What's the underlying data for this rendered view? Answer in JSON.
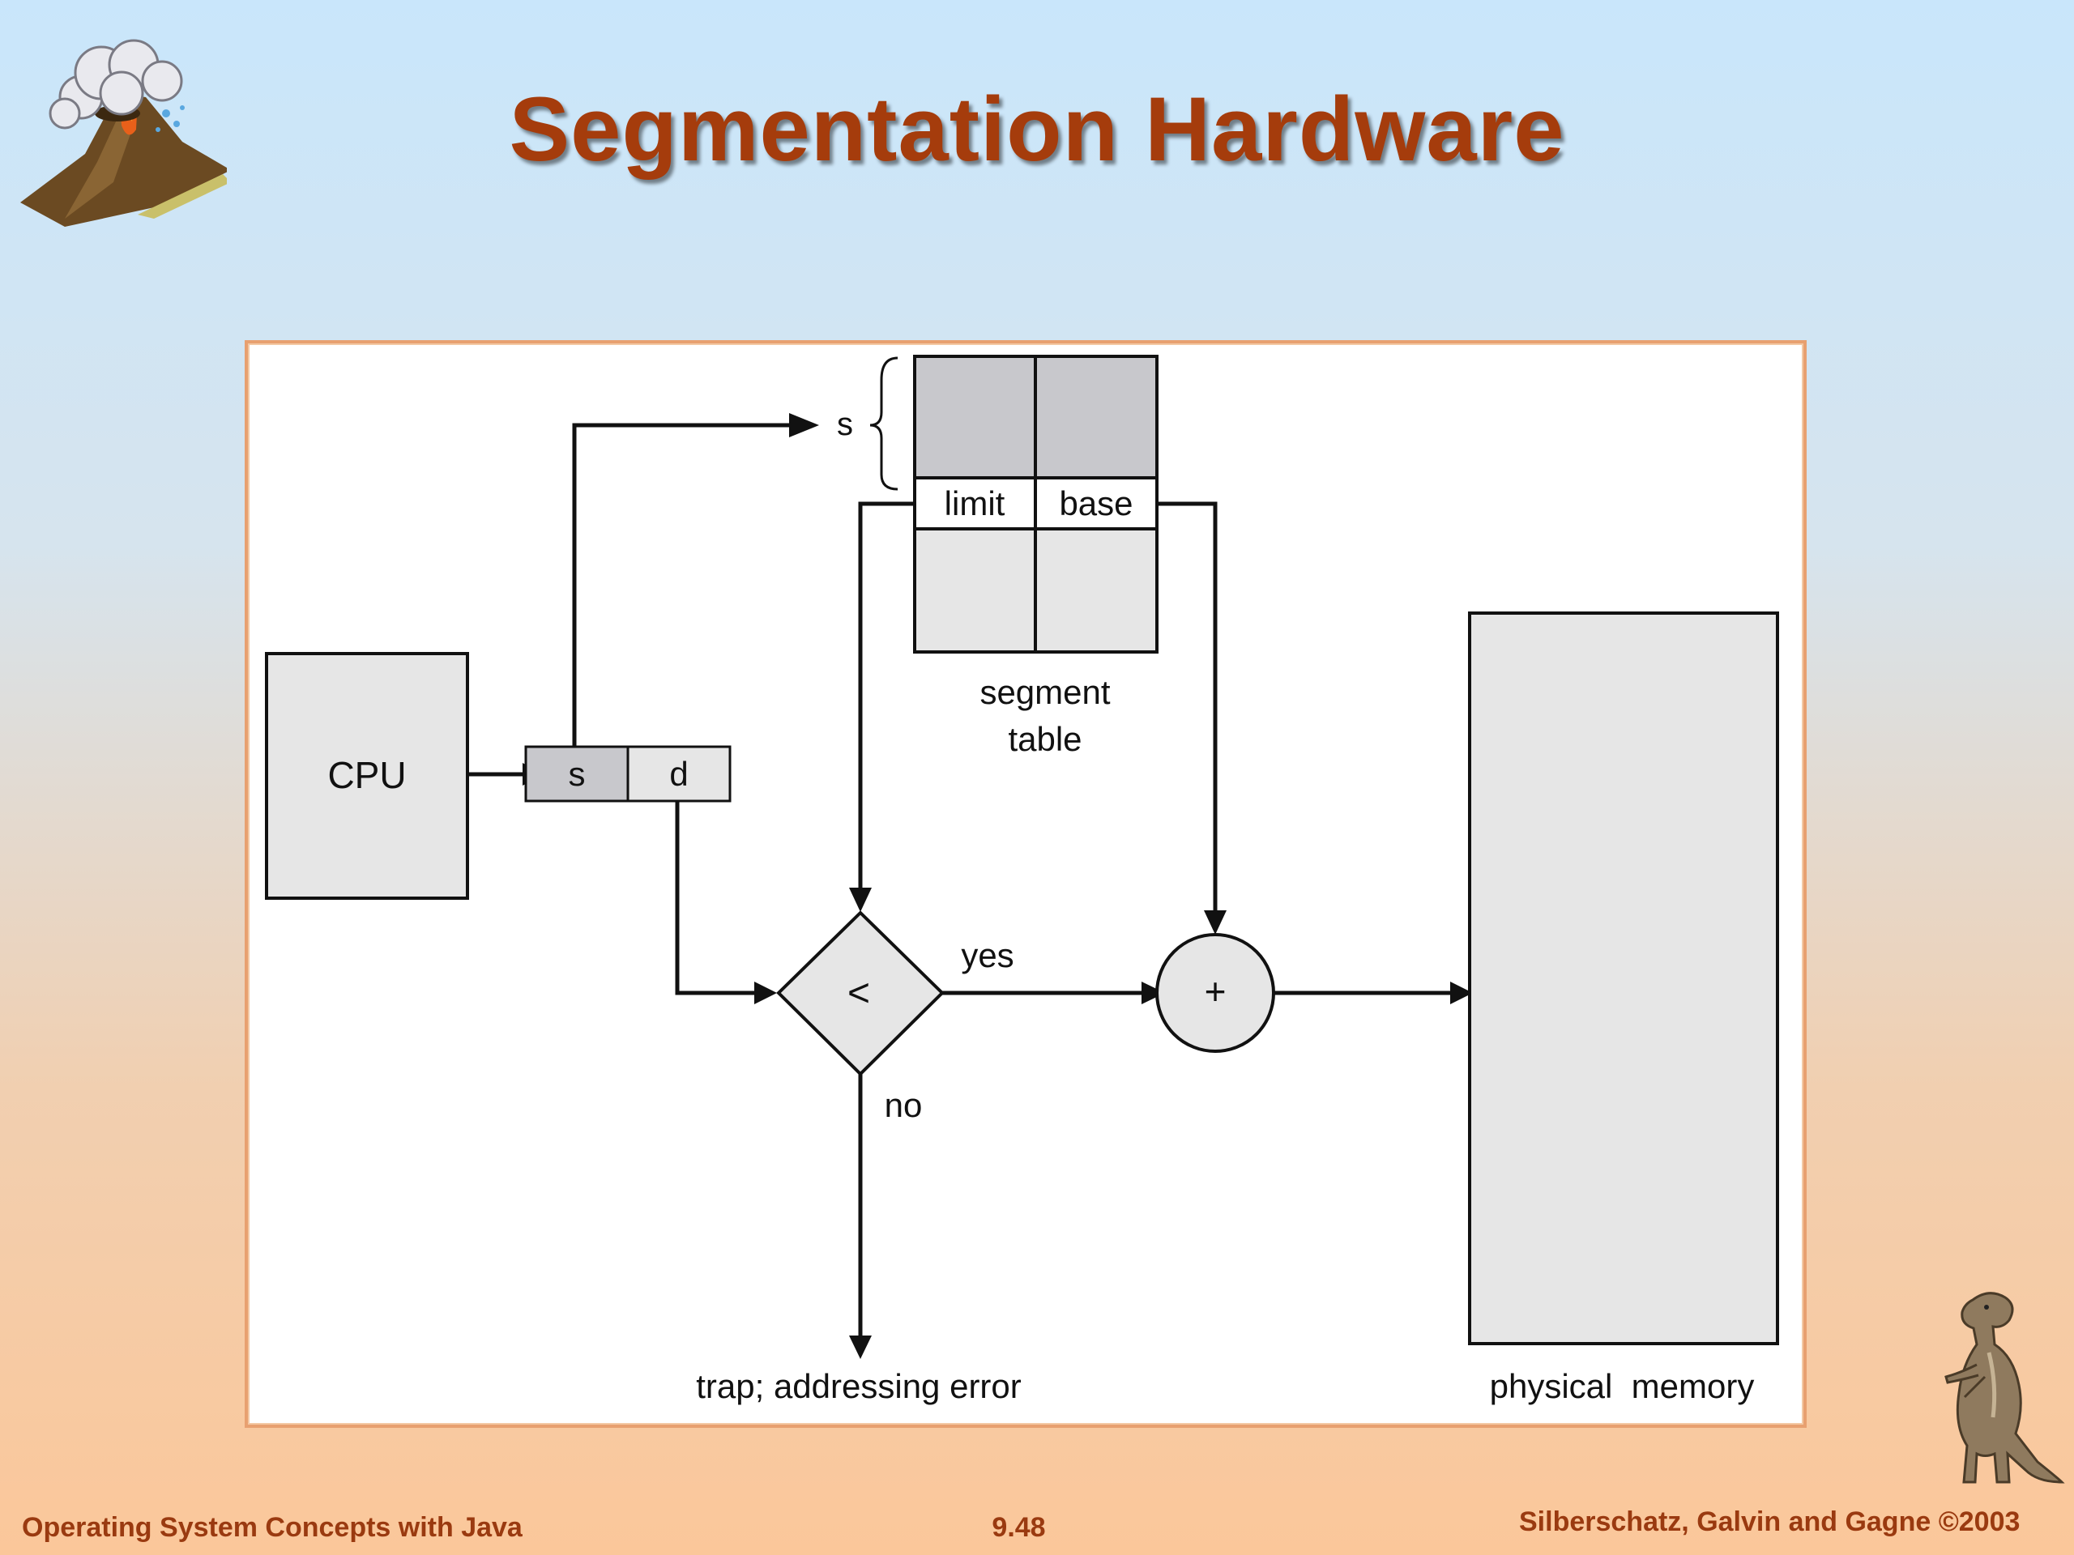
{
  "slide": {
    "title": "Segmentation Hardware",
    "footer_left": "Operating System Concepts with Java",
    "footer_center": "9.48",
    "footer_right": "Silberschatz, Galvin and Gagne ©2003"
  },
  "diagram": {
    "cpu_label": "CPU",
    "address_s": "s",
    "address_d": "d",
    "segment_index": "s",
    "limit_label": "limit",
    "base_label": "base",
    "segment_table_line1": "segment",
    "segment_table_line2": "table",
    "compare_symbol": "<",
    "yes_label": "yes",
    "no_label": "no",
    "add_symbol": "+",
    "trap_label": "trap; addressing error",
    "memory_label": "physical  memory"
  },
  "colors": {
    "title": "#a53c0c",
    "footer_text": "#9a3a10",
    "panel_border": "#e8a070",
    "box_fill": "#e6e6e6",
    "dark_cell_fill": "#c8c8cc"
  },
  "icons": [
    "volcano-icon",
    "dinosaur-icon"
  ]
}
